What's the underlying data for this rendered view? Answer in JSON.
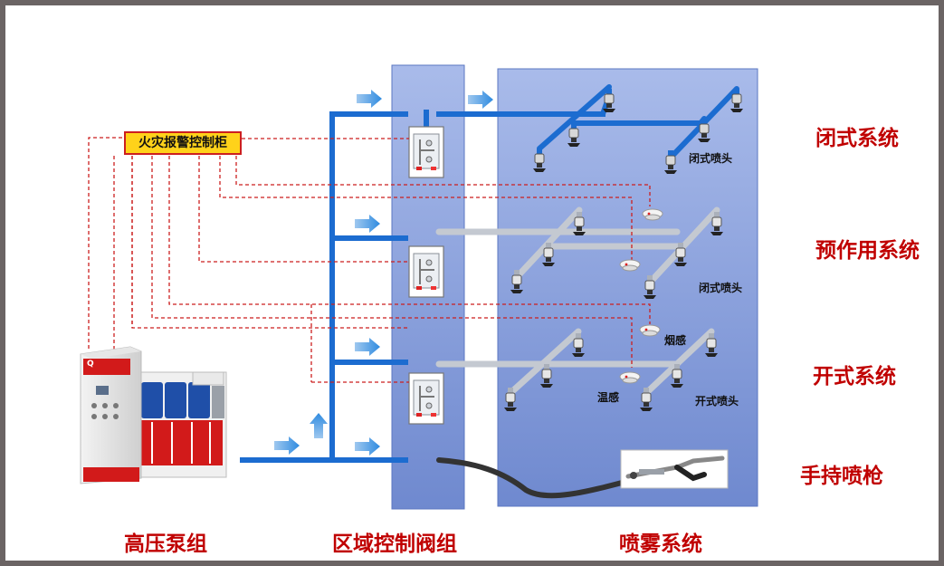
{
  "alarm_panel_label": "火灾报警控制柜",
  "system_labels": {
    "closed": "闭式系统",
    "preaction": "预作用系统",
    "open": "开式系统",
    "handheld": "手持喷枪"
  },
  "bottom_labels": {
    "pump": "高压泵组",
    "valves": "区域控制阀组",
    "spray": "喷雾系统"
  },
  "component_labels": {
    "closed_nozzle_1": "闭式喷头",
    "closed_nozzle_2": "闭式喷头",
    "smoke_sensor": "烟感",
    "temp_sensor": "温感",
    "open_nozzle": "开式喷头"
  },
  "pump_brand": "Q",
  "colors": {
    "title_red": "#c00000",
    "pipe_blue": "#1c6cd0",
    "panel_blue": "#7e97d6",
    "alarm_yellow": "#ffd21a",
    "signal_red": "#cc1f1f"
  }
}
